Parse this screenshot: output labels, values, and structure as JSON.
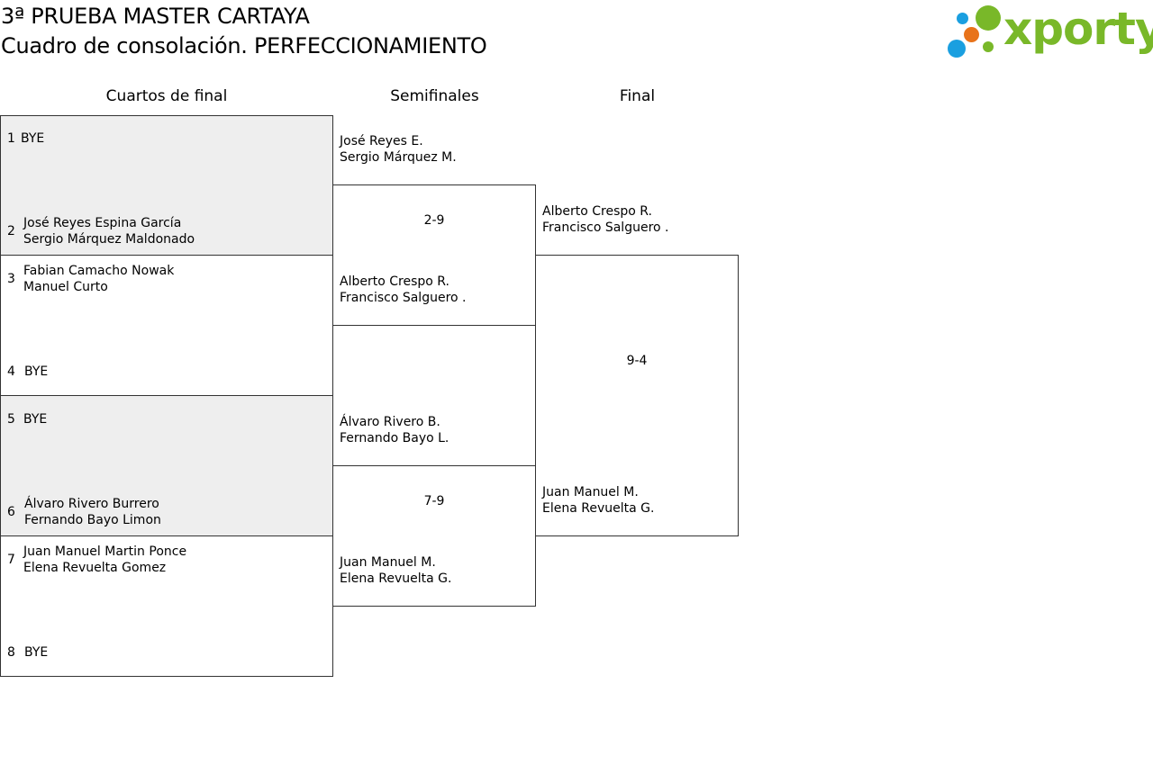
{
  "header": {
    "title": "3ª PRUEBA MASTER CARTAYA",
    "subtitle": "Cuadro de consolación. PERFECCIONAMIENTO",
    "logo_text": "xporty"
  },
  "rounds": [
    "Cuartos de final",
    "Semifinales",
    "Final"
  ],
  "colors": {
    "brand_green": "#79b829",
    "brand_blue": "#1a9fe0",
    "brand_orange": "#e8731a",
    "bye_bg": "#eeeeee"
  },
  "quarterfinals": [
    {
      "seed": "1",
      "line1": "BYE",
      "line2": ""
    },
    {
      "seed": "2",
      "line1": "José Reyes Espina García",
      "line2": "Sergio Márquez Maldonado"
    },
    {
      "seed": "3",
      "line1": "Fabian Camacho Nowak",
      "line2": "Manuel Curto"
    },
    {
      "seed": "4",
      "line1": "BYE",
      "line2": ""
    },
    {
      "seed": "5",
      "line1": "BYE",
      "line2": ""
    },
    {
      "seed": "6",
      "line1": "Álvaro Rivero Burrero",
      "line2": "Fernando Bayo Limon"
    },
    {
      "seed": "7",
      "line1": "Juan Manuel Martin Ponce",
      "line2": "Elena Revuelta Gomez"
    },
    {
      "seed": "8",
      "line1": "BYE",
      "line2": ""
    }
  ],
  "semifinals": [
    {
      "line1": "José Reyes E.",
      "line2": "Sergio Márquez M."
    },
    {
      "score": "2-9"
    },
    {
      "line1": "Alberto Crespo R.",
      "line2": "Francisco Salguero ."
    },
    {
      "line1": "Álvaro Rivero B.",
      "line2": "Fernando Bayo L."
    },
    {
      "score": "7-9"
    },
    {
      "line1": "Juan Manuel M.",
      "line2": "Elena Revuelta G."
    }
  ],
  "final": [
    {
      "line1": "Alberto Crespo R.",
      "line2": "Francisco Salguero ."
    },
    {
      "score": "9-4"
    },
    {
      "line1": "Juan Manuel M.",
      "line2": "Elena Revuelta G."
    }
  ]
}
